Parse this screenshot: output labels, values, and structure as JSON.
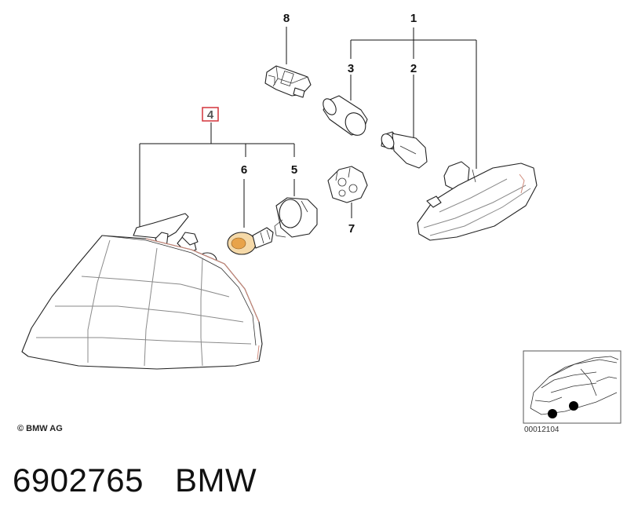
{
  "diagram": {
    "callouts": [
      {
        "id": "c1",
        "label": "1"
      },
      {
        "id": "c2",
        "label": "2"
      },
      {
        "id": "c3",
        "label": "3"
      },
      {
        "id": "c4",
        "label": "4",
        "highlighted": true
      },
      {
        "id": "c5",
        "label": "5"
      },
      {
        "id": "c6",
        "label": "6"
      },
      {
        "id": "c7",
        "label": "7"
      },
      {
        "id": "c8",
        "label": "8"
      }
    ],
    "highlight_color": "#d4343b",
    "bulb_color": "#e8a34a",
    "lens_accent_color": "#d08a7a"
  },
  "copyright": "© BMW AG",
  "thumbnail": {
    "code": "00012104"
  },
  "footer": {
    "part_number": "6902765",
    "brand": "BMW"
  }
}
